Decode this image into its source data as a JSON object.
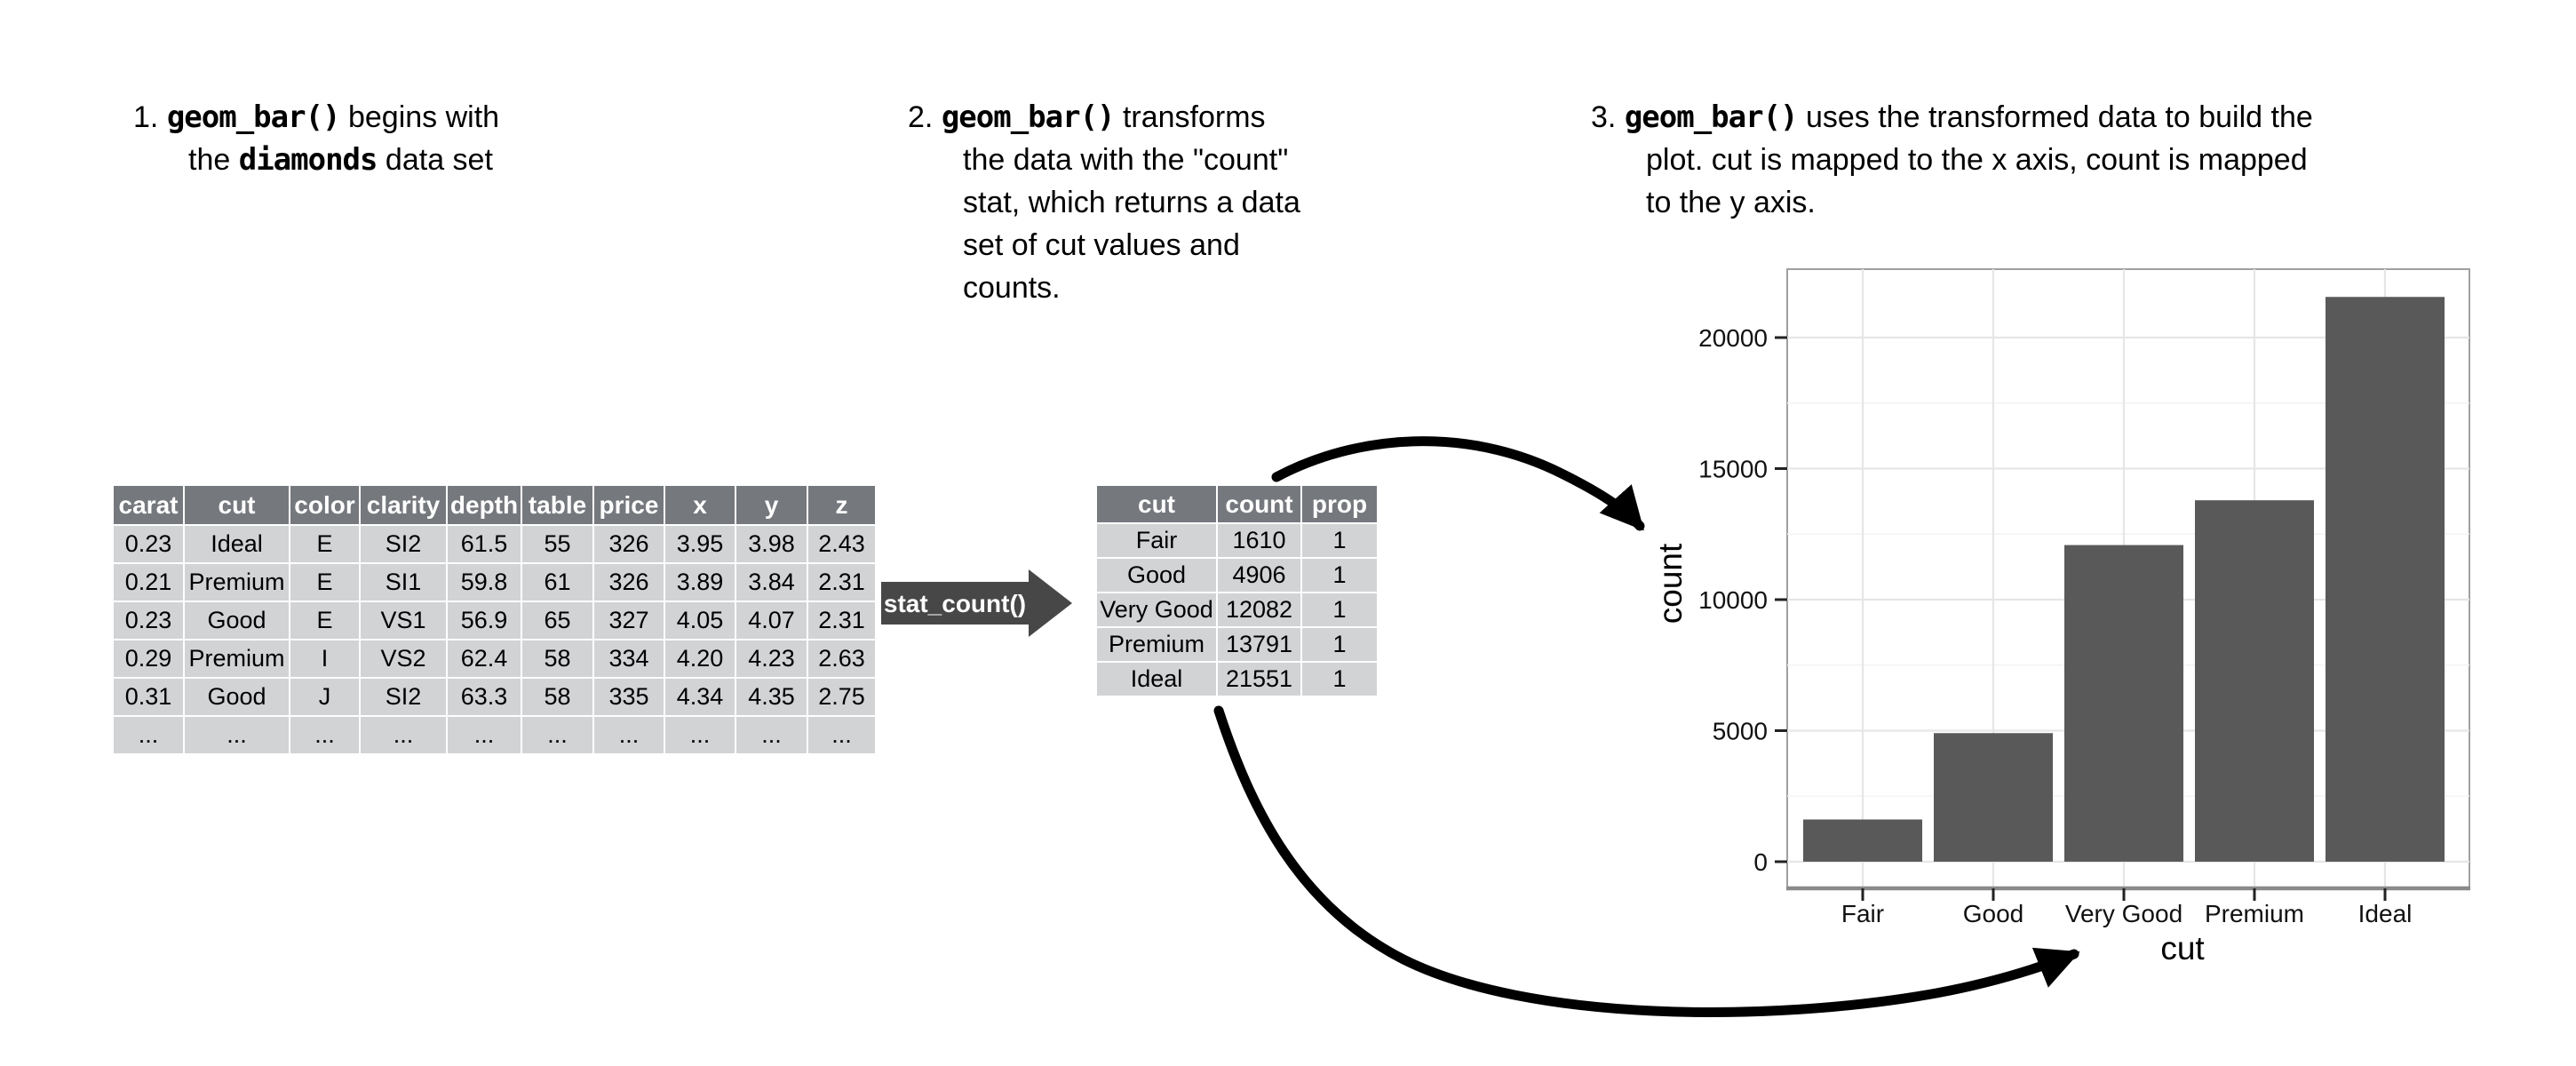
{
  "notes": [
    {
      "lines": [
        [
          {
            "t": "1. "
          },
          {
            "t": "geom_bar()",
            "code": true
          },
          {
            "t": " begins with"
          }
        ],
        [
          {
            "t": "the "
          },
          {
            "t": "diamonds",
            "code": true
          },
          {
            "t": " data set"
          }
        ]
      ]
    },
    {
      "lines": [
        [
          {
            "t": "2. "
          },
          {
            "t": "geom_bar()",
            "code": true
          },
          {
            "t": " transforms"
          }
        ],
        [
          {
            "t": "the data with the \"count\""
          }
        ],
        [
          {
            "t": "stat, which returns a data"
          }
        ],
        [
          {
            "t": "set of cut values and"
          }
        ],
        [
          {
            "t": "counts."
          }
        ]
      ]
    },
    {
      "lines": [
        [
          {
            "t": "3. "
          },
          {
            "t": "geom_bar()",
            "code": true
          },
          {
            "t": " uses the transformed data to build the"
          }
        ],
        [
          {
            "t": "plot. cut is mapped to the x axis, count is mapped"
          }
        ],
        [
          {
            "t": "to the y axis."
          }
        ]
      ]
    }
  ],
  "diamonds_table": {
    "headers": [
      "carat",
      "cut",
      "color",
      "clarity",
      "depth",
      "table",
      "price",
      "x",
      "y",
      "z"
    ],
    "rows": [
      [
        "0.23",
        "Ideal",
        "E",
        "SI2",
        "61.5",
        "55",
        "326",
        "3.95",
        "3.98",
        "2.43"
      ],
      [
        "0.21",
        "Premium",
        "E",
        "SI1",
        "59.8",
        "61",
        "326",
        "3.89",
        "3.84",
        "2.31"
      ],
      [
        "0.23",
        "Good",
        "E",
        "VS1",
        "56.9",
        "65",
        "327",
        "4.05",
        "4.07",
        "2.31"
      ],
      [
        "0.29",
        "Premium",
        "I",
        "VS2",
        "62.4",
        "58",
        "334",
        "4.20",
        "4.23",
        "2.63"
      ],
      [
        "0.31",
        "Good",
        "J",
        "SI2",
        "63.3",
        "58",
        "335",
        "4.34",
        "4.35",
        "2.75"
      ],
      [
        "...",
        "...",
        "...",
        "...",
        "...",
        "...",
        "...",
        "...",
        "...",
        "..."
      ]
    ]
  },
  "stat_arrow": {
    "label": "stat_count()",
    "color": "#474747"
  },
  "count_table": {
    "headers": [
      "cut",
      "count",
      "prop"
    ],
    "rows": [
      [
        "Fair",
        "1610",
        "1"
      ],
      [
        "Good",
        "4906",
        "1"
      ],
      [
        "Very Good",
        "12082",
        "1"
      ],
      [
        "Premium",
        "13791",
        "1"
      ],
      [
        "Ideal",
        "21551",
        "1"
      ]
    ]
  },
  "chart_data": {
    "type": "bar",
    "title": "",
    "categories": [
      "Fair",
      "Good",
      "Very Good",
      "Premium",
      "Ideal"
    ],
    "values": [
      1610,
      4906,
      12082,
      13791,
      21551
    ],
    "xlabel": "cut",
    "ylabel": "count",
    "yticks": [
      0,
      5000,
      10000,
      15000,
      20000
    ],
    "ylim": [
      0,
      22600
    ],
    "grid": true,
    "legend": "none",
    "bar_color": "#595959",
    "grid_major_color": "#e6e6e6",
    "grid_minor_color": "#f3f3f3",
    "panel_border_color": "#a0a0a0",
    "axis_line_color": "#8a8a8a"
  },
  "colors": {
    "table_header_bg": "#75787d",
    "table_row_bg": "#d2d3d5",
    "annotation_arrow": "#000000"
  }
}
